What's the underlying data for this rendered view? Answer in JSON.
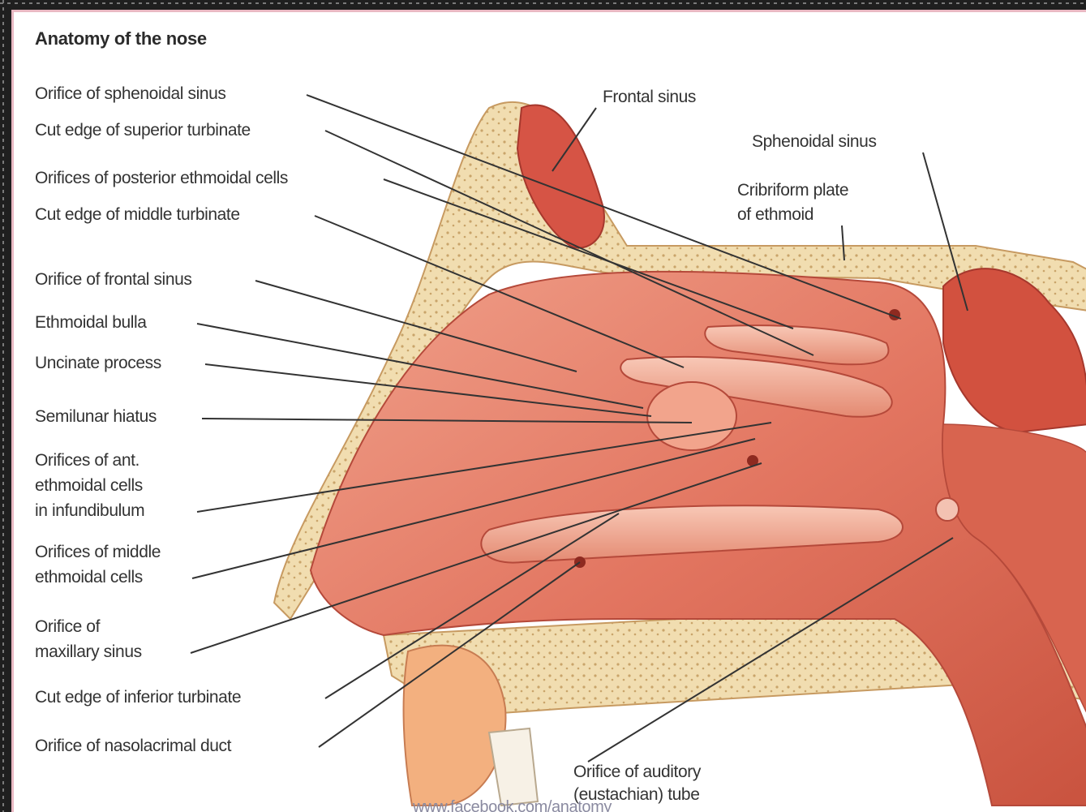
{
  "title": "Anatomy of the nose",
  "labels_left": [
    "Orifice  of sphenoidal sinus",
    "Cut edge of superior turbinate",
    "Orifices of posterior ethmoidal cells",
    "Cut edge of middle turbinate",
    "Orifice of frontal sinus",
    "Ethmoidal bulla",
    "Uncinate process",
    "Semilunar hiatus",
    "Orifices of ant.\nethmoidal cells\nin infundibulum",
    "Orifices of middle\nethmoidal cells",
    "Orifice of\nmaxillary sinus",
    "Cut edge of inferior turbinate",
    "Orifice of nasolacrimal duct"
  ],
  "labels_right": {
    "frontal_sinus": "Frontal sinus",
    "sphenoidal_sinus": "Sphenoidal sinus",
    "cribriform_plate": "Cribriform plate\nof ethmoid",
    "auditory_tube": "Orifice of auditory\n(eustachian) tube"
  },
  "watermark": "www.facebook.com/anatomy",
  "colors": {
    "mucosa": "#e2735f",
    "mucosa_light": "#f4b3a0",
    "bone": "#f1ddb0",
    "leader": "#333333"
  }
}
